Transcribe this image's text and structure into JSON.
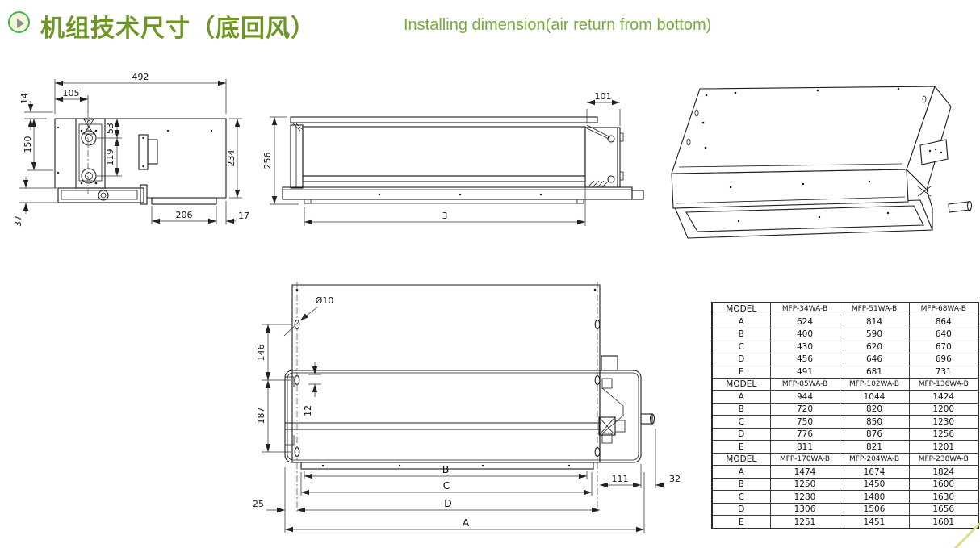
{
  "header": {
    "icon": "arrow-circle-icon",
    "title_zh": "机组技术尺寸（底回风）",
    "title_en": "Installing dimension(air return from bottom)"
  },
  "colors": {
    "title_zh": "#6d9722",
    "title_en": "#7aa93c",
    "icon_ring": "#43b44d",
    "icon_fill": "#f1f5da",
    "drawing_line": "#1c1c1c"
  },
  "drawings": {
    "side_view": {
      "dims": {
        "total_width": "492",
        "pipe_offset": "105",
        "top_gap": "14",
        "left_height": "150",
        "pan_drop": "37",
        "pipe_gap_top": "53",
        "pipe_spacing": "119",
        "body_height": "234",
        "pan_width": "206",
        "pan_right_gap": "17"
      }
    },
    "front_view": {
      "dims": {
        "box_width": "101",
        "height": "256",
        "bottom_span": "3"
      }
    },
    "bottom_view": {
      "dims": {
        "hole_dia": "Ø10",
        "hole_gap_1": "146",
        "hole_gap_2": "187",
        "hole_slot": "12",
        "left_offset": "25",
        "span_b": "B",
        "span_c": "C",
        "span_d": "D",
        "span_a": "A",
        "right_box": "111",
        "right_gap": "32"
      }
    }
  },
  "table": {
    "blocks": [
      {
        "header": [
          "MODEL",
          "MFP-34WA-B",
          "MFP-51WA-B",
          "MFP-68WA-B"
        ],
        "rows": [
          [
            "A",
            "624",
            "814",
            "864"
          ],
          [
            "B",
            "400",
            "590",
            "640"
          ],
          [
            "C",
            "430",
            "620",
            "670"
          ],
          [
            "D",
            "456",
            "646",
            "696"
          ],
          [
            "E",
            "491",
            "681",
            "731"
          ]
        ]
      },
      {
        "header": [
          "MODEL",
          "MFP-85WA-B",
          "MFP-102WA-B",
          "MFP-136WA-B"
        ],
        "rows": [
          [
            "A",
            "944",
            "1044",
            "1424"
          ],
          [
            "B",
            "720",
            "820",
            "1200"
          ],
          [
            "C",
            "750",
            "850",
            "1230"
          ],
          [
            "D",
            "776",
            "876",
            "1256"
          ],
          [
            "E",
            "811",
            "821",
            "1201"
          ]
        ]
      },
      {
        "header": [
          "MODEL",
          "MFP-170WA-B",
          "MFP-204WA-B",
          "MFP-238WA-B"
        ],
        "rows": [
          [
            "A",
            "1474",
            "1674",
            "1824"
          ],
          [
            "B",
            "1250",
            "1450",
            "1600"
          ],
          [
            "C",
            "1280",
            "1480",
            "1630"
          ],
          [
            "D",
            "1306",
            "1506",
            "1656"
          ],
          [
            "E",
            "1251",
            "1451",
            "1601"
          ]
        ]
      }
    ]
  }
}
